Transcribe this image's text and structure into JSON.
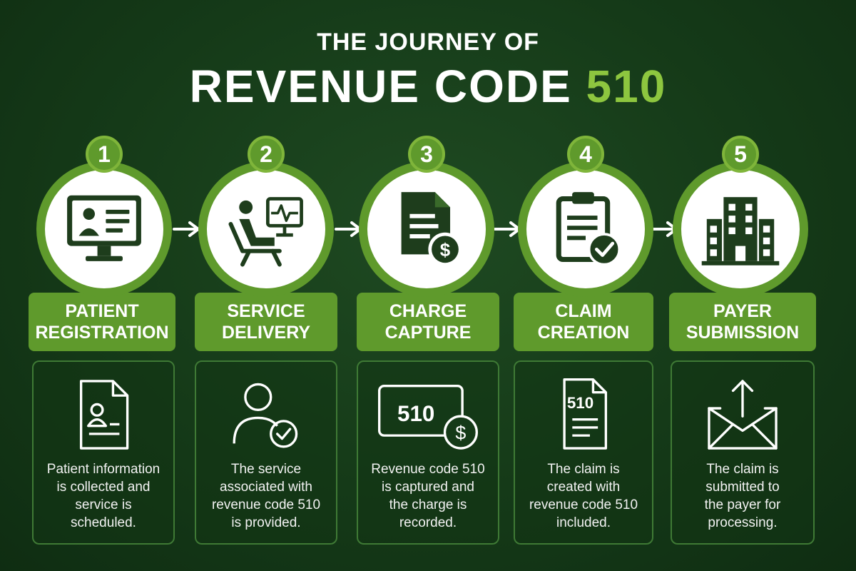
{
  "title": {
    "line1": "THE JOURNEY OF",
    "line2_prefix": "REVENUE CODE ",
    "line2_accent": "510"
  },
  "colors": {
    "background": "#153a18",
    "accent_green": "#5f9a2c",
    "highlight_green": "#8dc63f",
    "text": "#ffffff"
  },
  "steps": [
    {
      "number": "1",
      "icon": "computer-monitor-user-icon",
      "label_line1": "PATIENT",
      "label_line2": "REGISTRATION",
      "detail_icon": "patient-document-icon",
      "desc_lines": [
        "Patient information",
        "is collected and",
        "service is",
        "scheduled."
      ]
    },
    {
      "number": "2",
      "icon": "patient-chair-monitor-icon",
      "label_line1": "SERVICE",
      "label_line2": "DELIVERY",
      "detail_icon": "person-checkmark-icon",
      "desc_lines": [
        "The service",
        "associated with",
        "revenue code 510",
        "is provided."
      ]
    },
    {
      "number": "3",
      "icon": "invoice-dollar-icon",
      "label_line1": "CHARGE",
      "label_line2": "CAPTURE",
      "detail_icon": "code-card-dollar-icon",
      "detail_text": "510",
      "desc_lines": [
        "Revenue code 510",
        "is captured and",
        "the charge is",
        "recorded."
      ]
    },
    {
      "number": "4",
      "icon": "clipboard-check-icon",
      "label_line1": "CLAIM",
      "label_line2": "CREATION",
      "detail_icon": "claim-document-icon",
      "detail_text": "510",
      "desc_lines": [
        "The claim is",
        "created with",
        "revenue code 510",
        "included."
      ]
    },
    {
      "number": "5",
      "icon": "building-icon",
      "label_line1": "PAYER",
      "label_line2": "SUBMISSION",
      "detail_icon": "envelope-upload-icon",
      "desc_lines": [
        "The claim is",
        "submitted to",
        "the payer for",
        "processing."
      ]
    }
  ]
}
